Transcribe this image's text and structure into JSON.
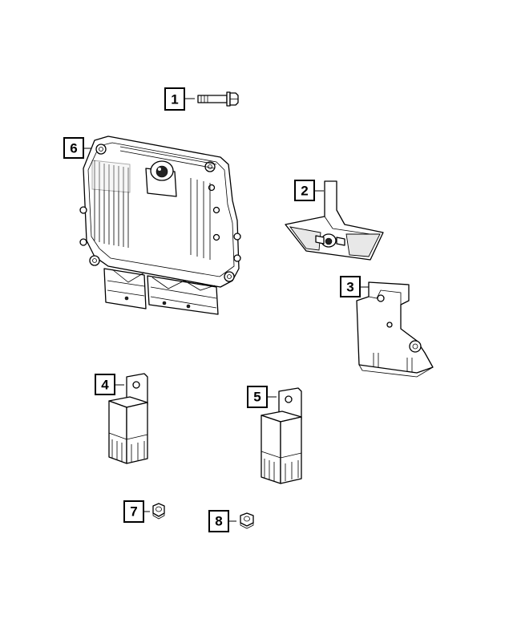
{
  "colors": {
    "line": "#000000",
    "background": "#ffffff"
  },
  "callouts": [
    {
      "label": "1",
      "part_icon": "bolt-icon"
    },
    {
      "label": "2",
      "part_icon": "mounting-bracket-icon"
    },
    {
      "label": "3",
      "part_icon": "support-bracket-icon"
    },
    {
      "label": "4",
      "part_icon": "relay-module-icon"
    },
    {
      "label": "5",
      "part_icon": "relay-module-icon"
    },
    {
      "label": "6",
      "part_icon": "engine-control-module-icon"
    },
    {
      "label": "7",
      "part_icon": "hex-nut-icon"
    },
    {
      "label": "8",
      "part_icon": "hex-nut-icon"
    }
  ]
}
